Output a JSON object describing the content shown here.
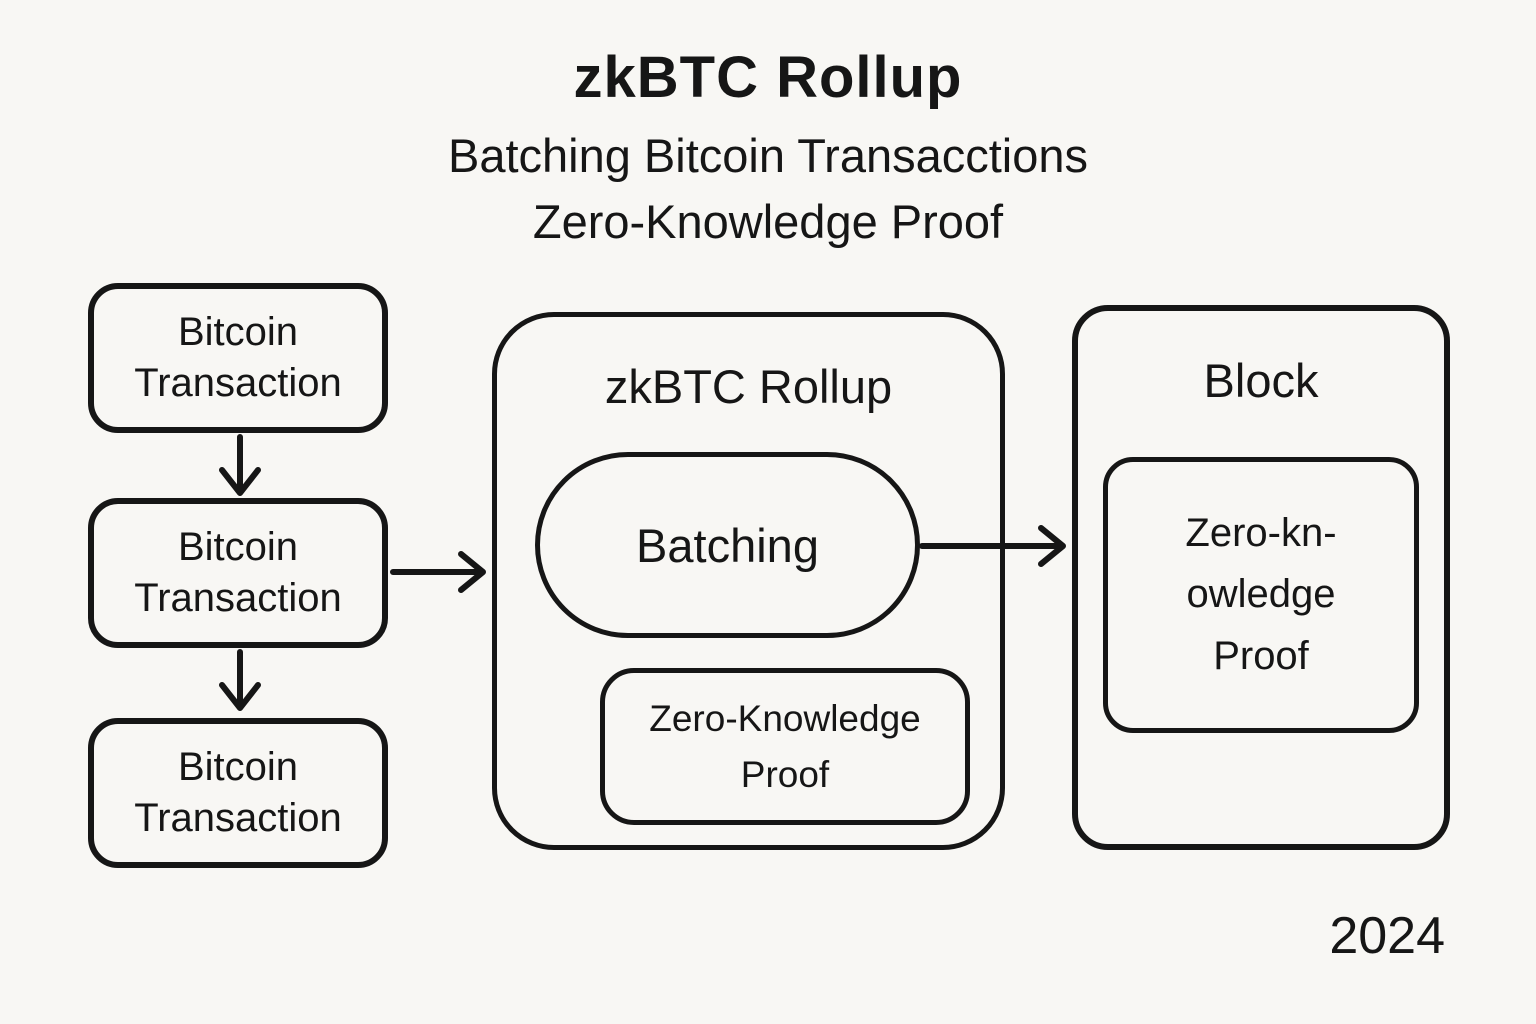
{
  "colors": {
    "background": "#f8f7f4",
    "stroke": "#161616"
  },
  "header": {
    "title": "zkBTC Rollup",
    "subtitle_line1": "Batching Bitcoin Transacctions",
    "subtitle_line2": "Zero-Knowledge Proof"
  },
  "transactions": [
    {
      "line1": "Bitcoin",
      "line2": "Transaction"
    },
    {
      "line1": "Bitcoin",
      "line2": "Transaction"
    },
    {
      "line1": "Bitcoin",
      "line2": "Transaction"
    }
  ],
  "rollup": {
    "title": "zkBTC Rollup",
    "batching_label": "Batching",
    "zk_line1": "Zero-Knowledge",
    "zk_line2": "Proof"
  },
  "block": {
    "title": "Block",
    "proof_line1": "Zero-kn-",
    "proof_line2": "owledge",
    "proof_line3": "Proof"
  },
  "footer": {
    "year": "2024"
  }
}
